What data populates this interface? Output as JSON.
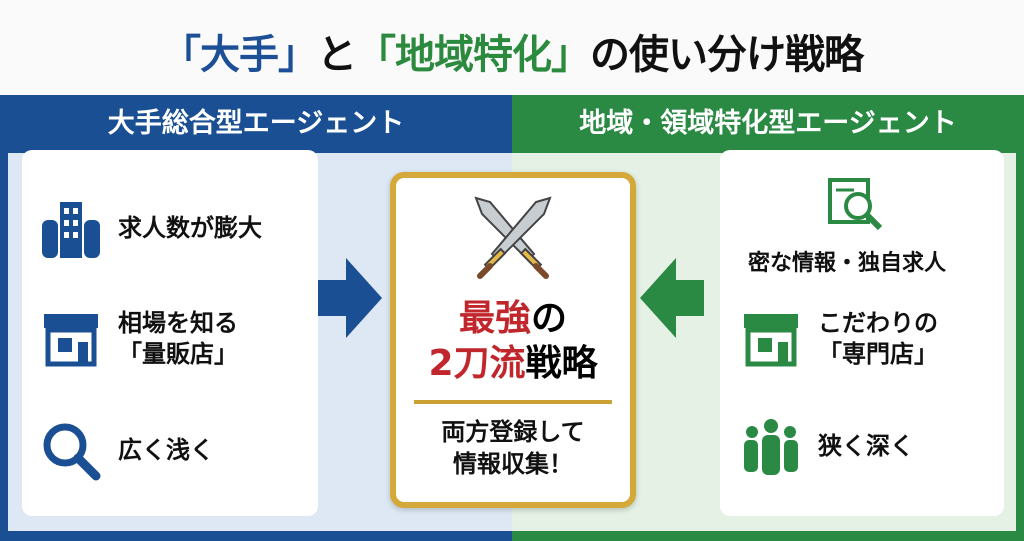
{
  "title": {
    "part1": "「大手」",
    "part2": "と",
    "part3": "「地域特化」",
    "part4": "の使い分け戦略"
  },
  "left": {
    "header": "大手総合型エージェント",
    "items": [
      {
        "icon": "building-icon",
        "text": "求人数が膨大"
      },
      {
        "icon": "store-icon",
        "line1": "相場を知る",
        "line2": "「量販店」"
      },
      {
        "icon": "search-icon",
        "text": "広く浅く"
      }
    ]
  },
  "right": {
    "header": "地域・領域特化型エージェント",
    "items": [
      {
        "icon": "document-search-icon",
        "text": "密な情報・独自求人"
      },
      {
        "icon": "shop-icon",
        "line1": "こだわりの",
        "line2": "「専門店」"
      },
      {
        "icon": "people-icon",
        "text": "狭く深く"
      }
    ]
  },
  "center": {
    "line1_red": "最強",
    "line1_black": "の",
    "line2_red": "2刀流",
    "line2_black": "戦略",
    "sub1": "両方登録して",
    "sub2": "情報収集！"
  },
  "colors": {
    "blue": "#1b4f93",
    "green": "#2a8a43",
    "red": "#c0262b",
    "gold": "#d4a93a"
  }
}
